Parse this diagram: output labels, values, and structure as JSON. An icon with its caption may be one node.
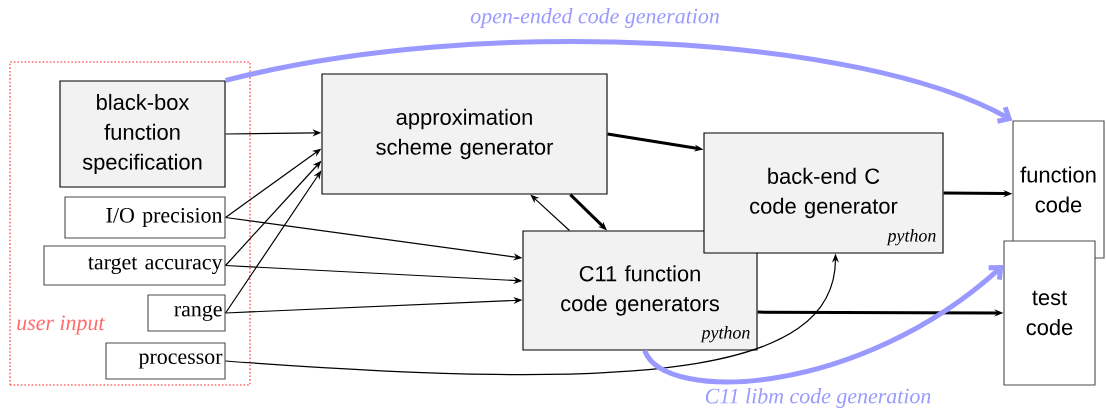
{
  "diagram": {
    "nodes": [
      {
        "text": [
          "user input"
        ]
      },
      {
        "text": [
          "black-box function specification"
        ],
        "in": 0
      },
      {
        "text": [
          "I/O precision"
        ],
        "in": 0
      },
      {
        "text": [
          "target accuracy"
        ],
        "in": 0
      },
      {
        "text": [
          "range"
        ],
        "in": 0
      },
      {
        "text": [
          "processor"
        ],
        "in": 0
      },
      {
        "text": [
          "approximation scheme generator"
        ]
      },
      {
        "text": [
          "C11 function code generators",
          "python"
        ]
      },
      {
        "text": [
          "back-end C code generator",
          "python"
        ]
      },
      {
        "text": [
          "function code"
        ]
      },
      {
        "text": [
          "test code"
        ]
      }
    ],
    "edges": [
      {
        "from": 1,
        "to": 6,
        "arrow": "to"
      },
      {
        "from": 2,
        "to": 6,
        "arrow": "to"
      },
      {
        "from": 3,
        "to": 6,
        "arrow": "to"
      },
      {
        "from": 4,
        "to": 6,
        "arrow": "to"
      },
      {
        "from": 2,
        "to": 7,
        "arrow": "to"
      },
      {
        "from": 3,
        "to": 7,
        "arrow": "to"
      },
      {
        "from": 4,
        "to": 7,
        "arrow": "to"
      },
      {
        "from": 5,
        "to": 8,
        "arrow": "to"
      },
      {
        "from": 7,
        "to": 6,
        "arrow": "to"
      },
      {
        "from": 6,
        "to": 7,
        "arrow": "to",
        "style": "thick"
      },
      {
        "from": 6,
        "to": 8,
        "arrow": "to",
        "style": "thick"
      },
      {
        "from": 8,
        "to": 9,
        "arrow": "to",
        "style": "thick"
      },
      {
        "from": 7,
        "to": 10,
        "arrow": "to",
        "style": "thick"
      },
      {
        "from": 1,
        "to": 9,
        "arrow": "to",
        "style": "thick",
        "color": "#9999ff",
        "label": "open-ended code generation"
      },
      {
        "from": 7,
        "to": 10,
        "arrow": "to",
        "style": "thick",
        "color": "#9999ff",
        "label": "C11 libm code generation"
      }
    ]
  }
}
